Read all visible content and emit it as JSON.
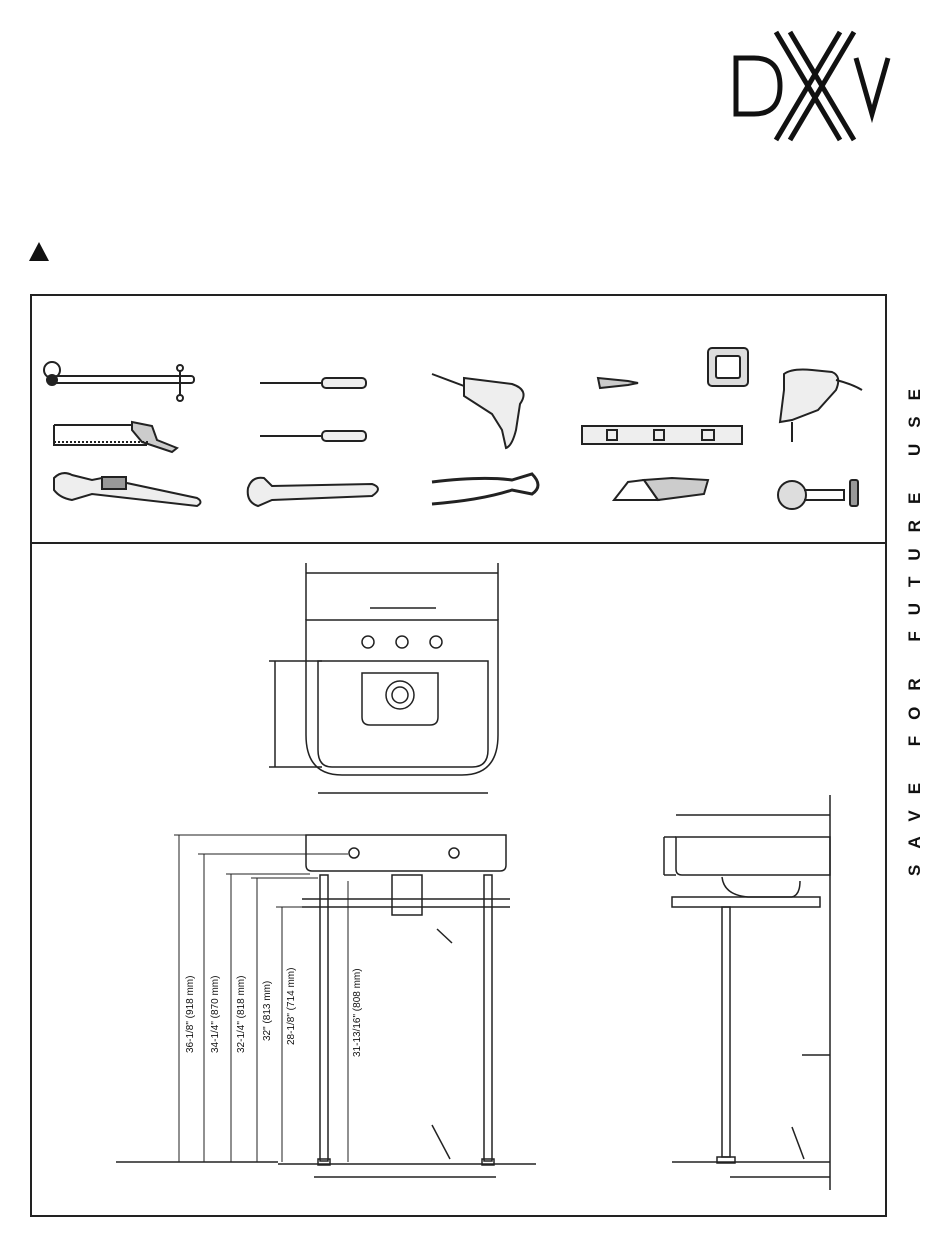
{
  "brand": {
    "logo_text": "DXV"
  },
  "side_label": {
    "text": "SAVE FOR FUTURE USE"
  },
  "tools": [
    "pipe-cutter-tool",
    "hacksaw",
    "pipe-wrench",
    "phillips-screwdriver",
    "flat-screwdriver",
    "adjustable-wrench",
    "power-drill",
    "groove-joint-pliers",
    "wood-screw",
    "level",
    "putty-knife",
    "tape-measure",
    "jigsaw",
    "tubing-cutter"
  ],
  "dimensions": {
    "overall_height": "36-1/8\" (918 mm)",
    "faucet_hole_height": "34-1/4\" (870 mm)",
    "rim_height": "32-1/4\" (818 mm)",
    "shelf_top_height": "32\" (813 mm)",
    "shelf_height": "28-1/8\" (714 mm)",
    "drain_height": "31-13/16\" (808 mm)"
  }
}
